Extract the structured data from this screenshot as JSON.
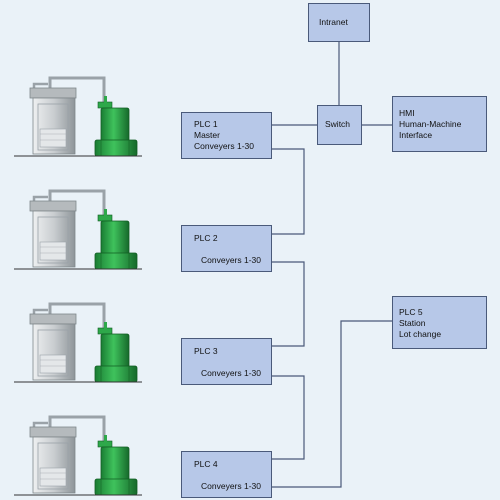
{
  "nodes": {
    "intranet": {
      "label": "Intranet"
    },
    "switch": {
      "label": "Switch"
    },
    "hmi": {
      "line1": "HMI",
      "line2": "Human-Machine",
      "line3": "Interface"
    },
    "plc1": {
      "line1": "PLC 1",
      "line2": "Master",
      "line3": "Conveyers 1-30"
    },
    "plc2": {
      "line1": "PLC 2",
      "line2": "Conveyers 1-30"
    },
    "plc3": {
      "line1": "PLC 3",
      "line2": "Conveyers 1-30"
    },
    "plc4": {
      "line1": "PLC 4",
      "line2": "Conveyers 1-30"
    },
    "plc5": {
      "line1": "PLC 5",
      "line2": "Station",
      "line3": "Lot change"
    }
  },
  "colors": {
    "background": "#eaf2f8",
    "box_fill": "#b7c8e8",
    "box_border": "#4a5a7a",
    "line": "#4a5a7a",
    "pipe": "#9aa2a8",
    "tank_body": "#c9cdd0",
    "pump_green": "#2ea84a"
  },
  "equipment": [
    {
      "name": "station-1",
      "icons": [
        "tank-icon",
        "pump-icon"
      ]
    },
    {
      "name": "station-2",
      "icons": [
        "tank-icon",
        "pump-icon"
      ]
    },
    {
      "name": "station-3",
      "icons": [
        "tank-icon",
        "pump-icon"
      ]
    },
    {
      "name": "station-4",
      "icons": [
        "tank-icon",
        "pump-icon"
      ]
    }
  ]
}
